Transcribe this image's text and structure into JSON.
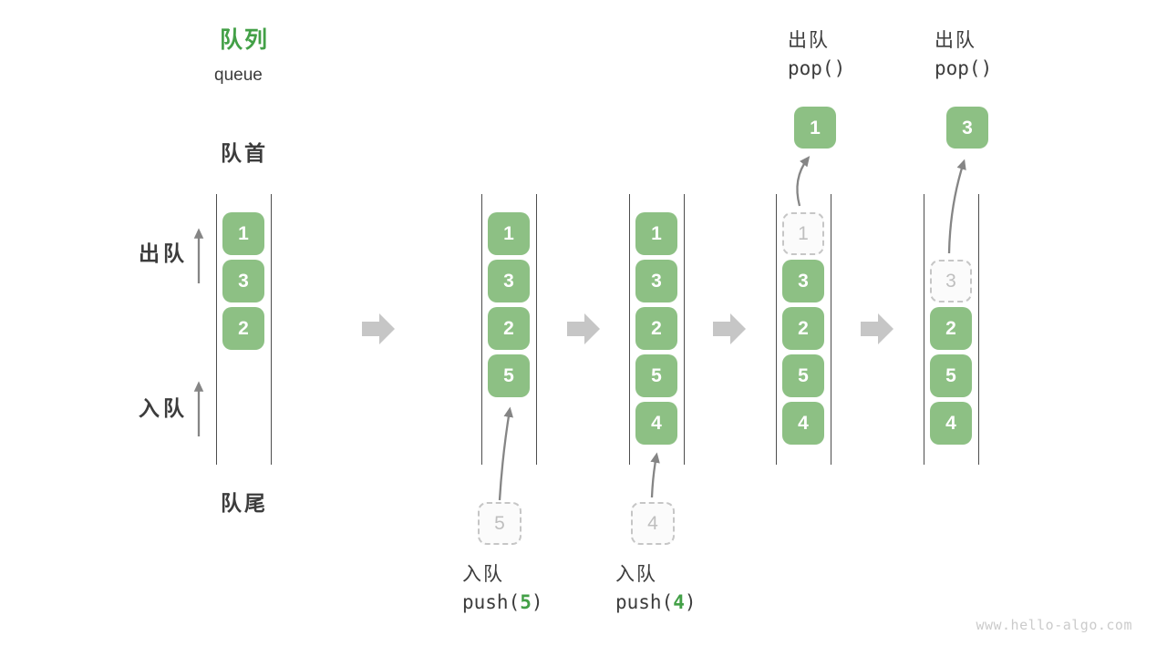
{
  "title": {
    "zh": "队列",
    "en": "queue"
  },
  "labels": {
    "front": "队首",
    "rear": "队尾",
    "dequeue": "出队",
    "enqueue": "入队"
  },
  "stages": [
    {
      "cells": [
        "1",
        "3",
        "2"
      ]
    },
    {
      "cells": [
        "1",
        "3",
        "2",
        "5"
      ],
      "pending": "5",
      "op": {
        "label": "入队",
        "code_pre": "push(",
        "arg": "5",
        "code_post": ")"
      }
    },
    {
      "cells": [
        "1",
        "3",
        "2",
        "5",
        "4"
      ],
      "pending": "4",
      "op": {
        "label": "入队",
        "code_pre": "push(",
        "arg": "4",
        "code_post": ")"
      }
    },
    {
      "ghost": "1",
      "cells": [
        "3",
        "2",
        "5",
        "4"
      ],
      "popped": "1",
      "op": {
        "label": "出队",
        "code": "pop()"
      }
    },
    {
      "ghost": "3",
      "cells": [
        "2",
        "5",
        "4"
      ],
      "popped": "3",
      "op": {
        "label": "出队",
        "code": "pop()"
      }
    }
  ],
  "watermark": "www.hello-algo.com",
  "colors": {
    "accent": "#43a047",
    "box": "#8dc084",
    "dark": "#3c3c3c",
    "line": "#4d4d4d",
    "arrow": "#858585",
    "block": "#c6c6c6",
    "dashed": "#c6c6c6",
    "ghost": "#bfbfbf",
    "watermark": "#cbcbcb"
  }
}
